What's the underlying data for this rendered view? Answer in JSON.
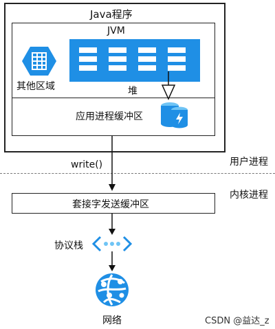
{
  "diagram": {
    "java_program_label": "Java程序",
    "jvm_label": "JVM",
    "other_area_label": "其他区域",
    "heap_label": "堆",
    "app_buffer_label": "应用进程缓冲区",
    "write_call_label": "write()",
    "user_process_label": "用户进程",
    "kernel_process_label": "内核进程",
    "socket_buffer_label": "套接字发送缓冲区",
    "protocol_stack_label": "协议栈",
    "network_label": "网络"
  },
  "watermark": "CSDN @益达_z",
  "colors": {
    "accent_blue": "#1f8fe5",
    "light_blue": "#6fc4f5",
    "border": "#222222"
  }
}
